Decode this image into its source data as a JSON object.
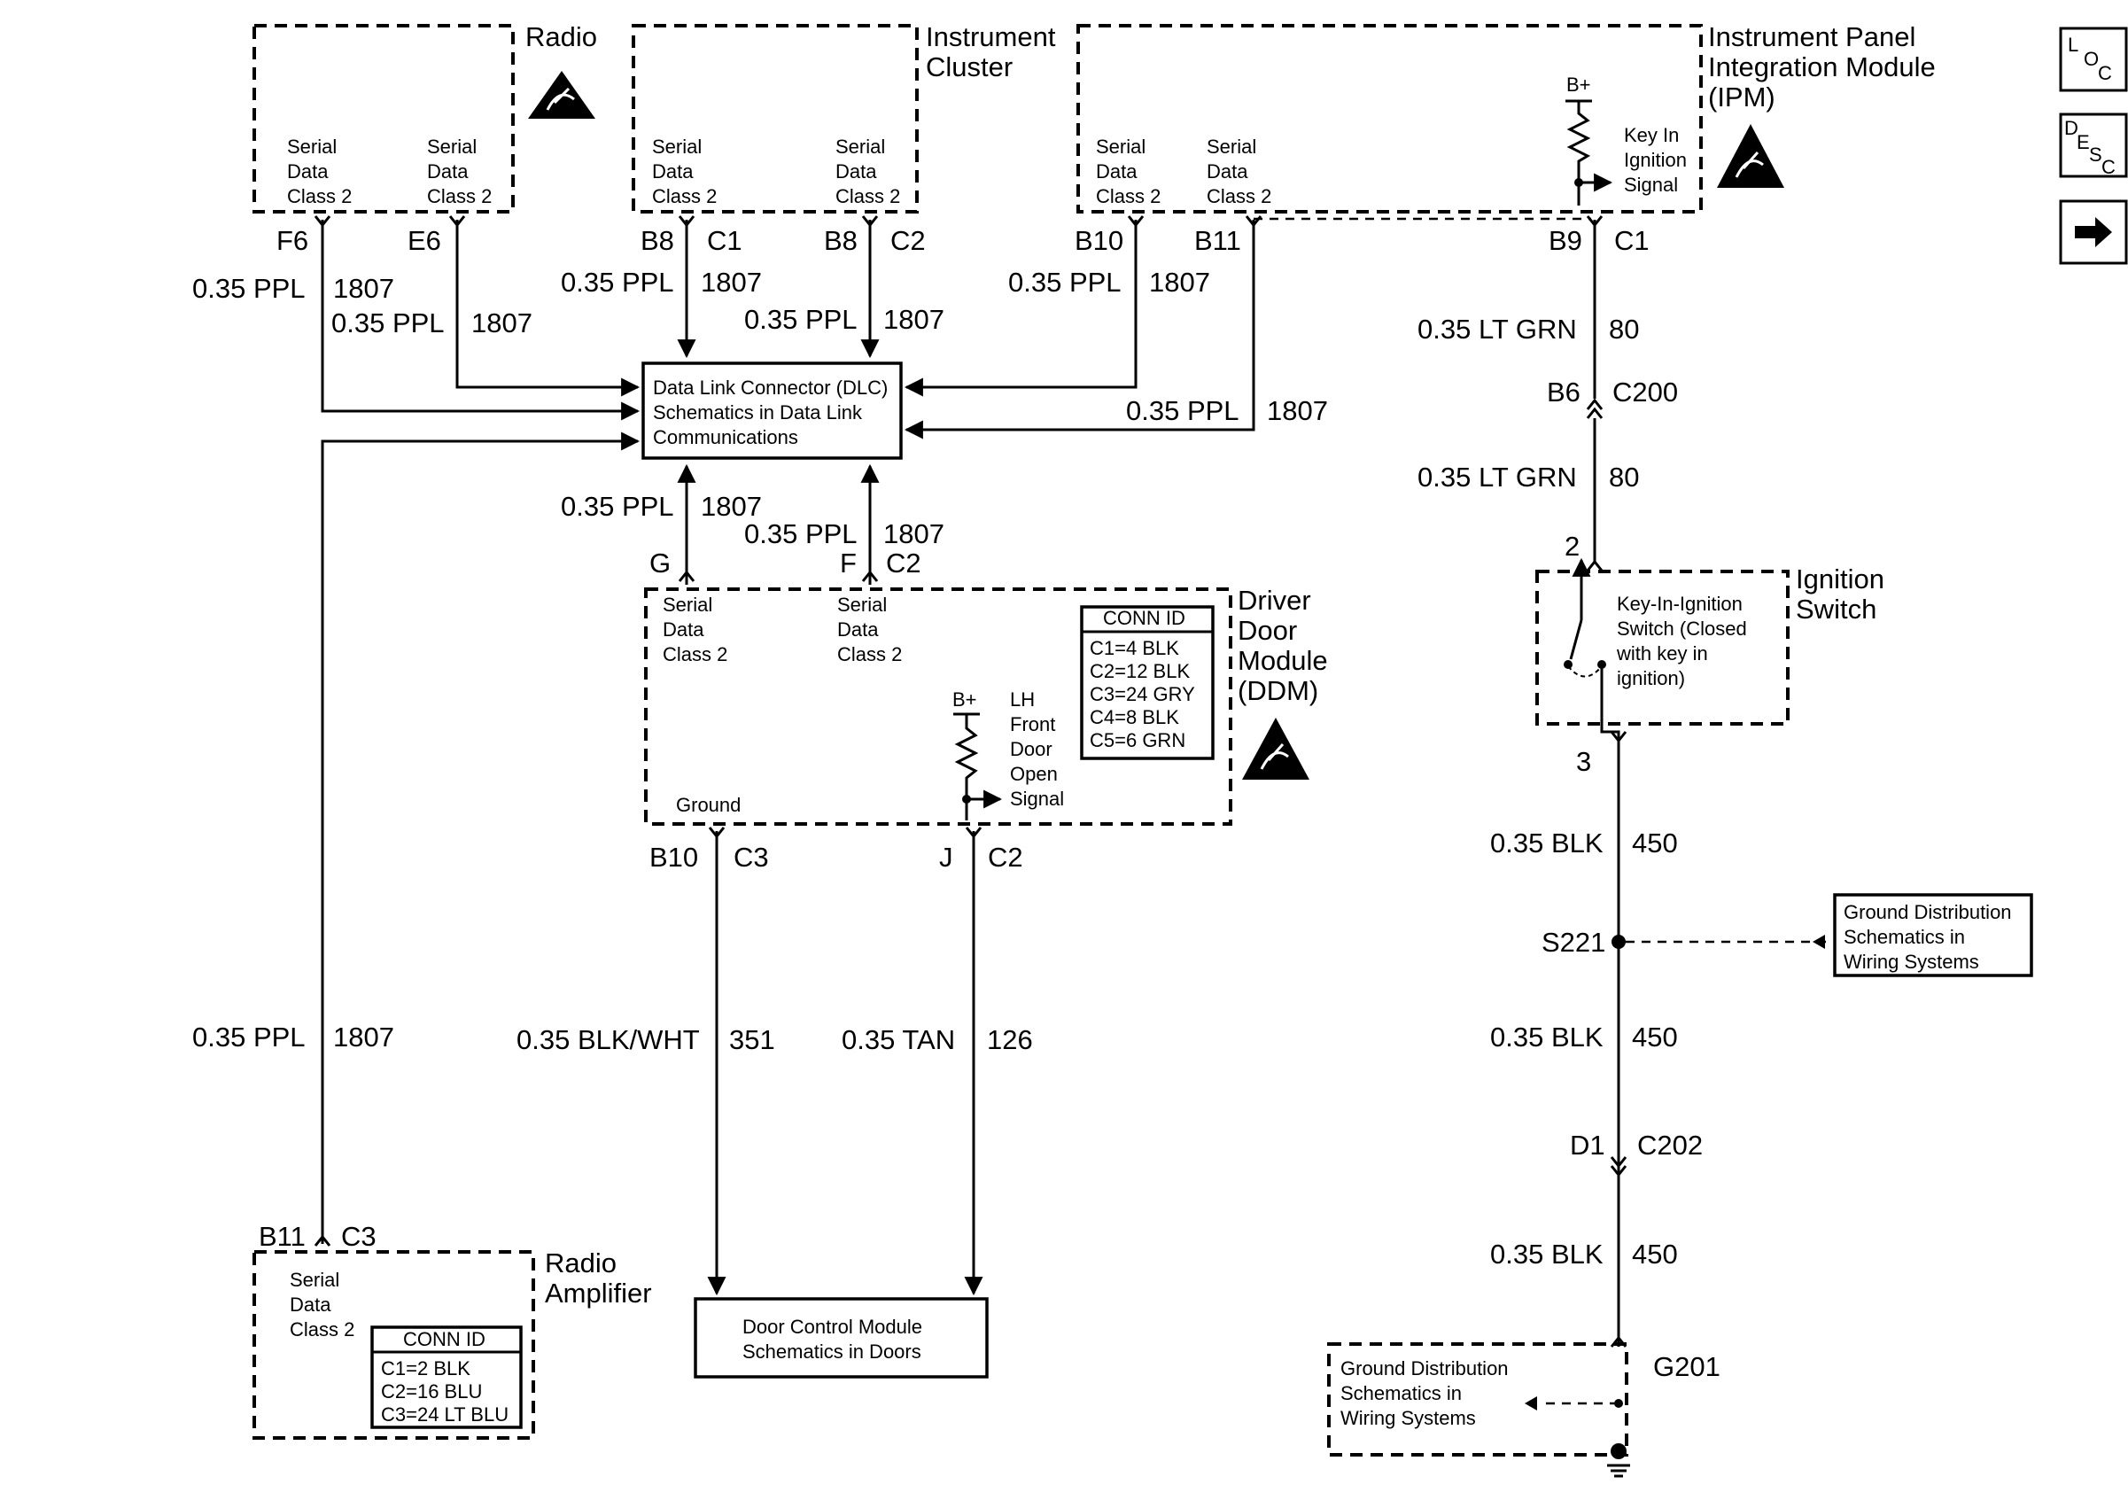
{
  "modules": {
    "radio": {
      "title": "Radio",
      "serial_left": [
        "Serial",
        "Data",
        "Class 2"
      ],
      "serial_right": [
        "Serial",
        "Data",
        "Class 2"
      ]
    },
    "cluster": {
      "title": [
        "Instrument",
        "Cluster"
      ],
      "serial_left": [
        "Serial",
        "Data",
        "Class 2"
      ],
      "serial_right": [
        "Serial",
        "Data",
        "Class 2"
      ]
    },
    "ipm": {
      "title": [
        "Instrument Panel",
        "Integration Module",
        "(IPM)"
      ],
      "serial_left": [
        "Serial",
        "Data",
        "Class 2"
      ],
      "serial_right": [
        "Serial",
        "Data",
        "Class 2"
      ],
      "bplus": "B+",
      "signal": [
        "Key In",
        "Ignition",
        "Signal"
      ]
    },
    "ddm": {
      "title": [
        "Driver",
        "Door",
        "Module",
        "(DDM)"
      ],
      "serial_left": [
        "Serial",
        "Data",
        "Class 2"
      ],
      "serial_right": [
        "Serial",
        "Data",
        "Class 2"
      ],
      "ground": "Ground",
      "bplus": "B+",
      "signal": [
        "LH",
        "Front",
        "Door",
        "Open",
        "Signal"
      ],
      "conn_title": "CONN ID",
      "conn_rows": [
        "C1=4 BLK",
        "C2=12 BLK",
        "C3=24 GRY",
        "C4=8 BLK",
        "C5=6 GRN"
      ]
    },
    "amp": {
      "title": [
        "Radio",
        "Amplifier"
      ],
      "serial": [
        "Serial",
        "Data",
        "Class 2"
      ],
      "conn_title": "CONN ID",
      "conn_rows": [
        "C1=2 BLK",
        "C2=16 BLU",
        "C3=24 LT BLU"
      ]
    },
    "ignition": {
      "title": [
        "Ignition",
        "Switch"
      ],
      "desc": [
        "Key-In-Ignition",
        "Switch (Closed",
        "with key in",
        "ignition)"
      ]
    }
  },
  "references": {
    "dlc": [
      "Data Link Connector (DLC)",
      "Schematics in Data Link",
      "Communications"
    ],
    "door_control": [
      "Door Control Module",
      "Schematics in Doors"
    ],
    "ground_right": [
      "Ground Distribution",
      "Schematics in",
      "Wiring Systems"
    ],
    "ground_bottom": [
      "Ground Distribution",
      "Schematics in",
      "Wiring Systems"
    ]
  },
  "pins": {
    "radio_left": "F6",
    "radio_right": "E6",
    "cluster_left_pin": "B8",
    "cluster_left_conn": "C1",
    "cluster_right_pin": "B8",
    "cluster_right_conn": "C2",
    "ipm_left": "B10",
    "ipm_right": "B11",
    "ipm_key_pin": "B9",
    "ipm_key_conn": "C1",
    "c200_pin": "B6",
    "c200_conn": "C200",
    "ign_in": "2",
    "ign_out": "3",
    "ddm_left": "G",
    "ddm_right_pin": "F",
    "ddm_right_conn": "C2",
    "ddm_gnd_pin": "B10",
    "ddm_gnd_conn": "C3",
    "ddm_sig_pin": "J",
    "ddm_sig_conn": "C2",
    "amp_pin": "B11",
    "amp_conn": "C3",
    "splice": "S221",
    "c202_pin": "D1",
    "c202_conn": "C202",
    "ground": "G201"
  },
  "wires": {
    "radio_f6": {
      "gauge": "0.35 PPL",
      "circuit": "1807"
    },
    "radio_e6": {
      "gauge": "0.35 PPL",
      "circuit": "1807"
    },
    "cluster_c1": {
      "gauge": "0.35 PPL",
      "circuit": "1807"
    },
    "cluster_c2": {
      "gauge": "0.35 PPL",
      "circuit": "1807"
    },
    "ipm_b10": {
      "gauge": "0.35 PPL",
      "circuit": "1807"
    },
    "ipm_b11": {
      "gauge": "0.35 PPL",
      "circuit": "1807"
    },
    "ipm_b9": {
      "gauge": "0.35 LT GRN",
      "circuit": "80"
    },
    "c200_ign": {
      "gauge": "0.35 LT GRN",
      "circuit": "80"
    },
    "ddm_g": {
      "gauge": "0.35 PPL",
      "circuit": "1807"
    },
    "ddm_f": {
      "gauge": "0.35 PPL",
      "circuit": "1807"
    },
    "amp": {
      "gauge": "0.35 PPL",
      "circuit": "1807"
    },
    "ddm_gnd": {
      "gauge": "0.35 BLK/WHT",
      "circuit": "351"
    },
    "ddm_sig": {
      "gauge": "0.35 TAN",
      "circuit": "126"
    },
    "ign_s221": {
      "gauge": "0.35 BLK",
      "circuit": "450"
    },
    "s221_c202": {
      "gauge": "0.35 BLK",
      "circuit": "450"
    },
    "c202_g201": {
      "gauge": "0.35 BLK",
      "circuit": "450"
    }
  },
  "nav": {
    "loc": [
      "L",
      "O",
      "C"
    ],
    "desc": [
      "D",
      "E",
      "S",
      "C"
    ]
  }
}
